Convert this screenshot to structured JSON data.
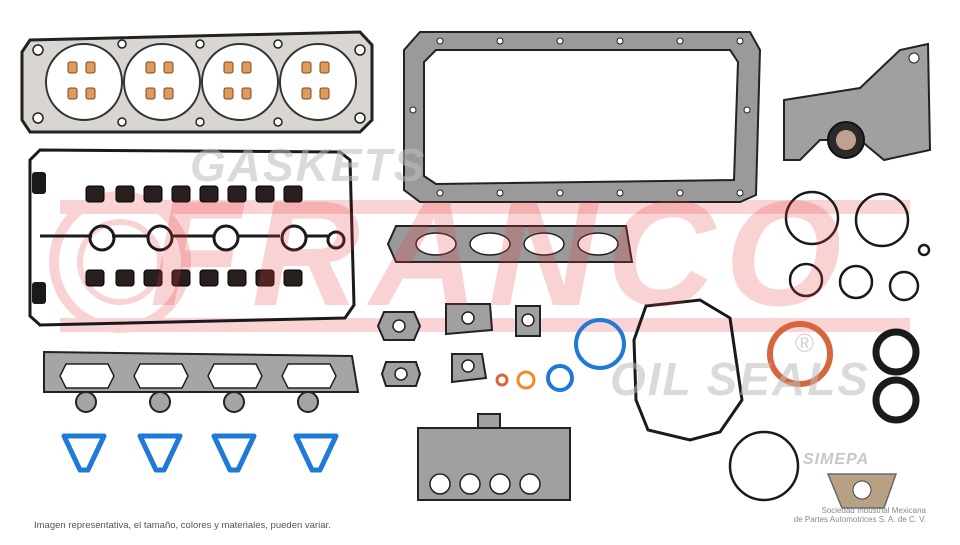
{
  "watermark": {
    "top_word": "GASKETS",
    "brand": "FRANCO",
    "bottom_word": "OIL SEALS",
    "registered": "®"
  },
  "disclaimer": "Imagen representativa, el tamaño, colores y materiales, pueden variar.",
  "distributor": {
    "logo": "SIMEPA",
    "line1": "Sociedad Industrial Mexicana",
    "line2": "de Partes Automotrices S. A. de C. V."
  },
  "colors": {
    "gasket_gray": "#9a9a9a",
    "gasket_outline": "#222222",
    "head_gasket_fill": "#d9d6d2",
    "blue_seal": "#1e7ad6",
    "orange_seal": "#f08a2a",
    "copper_seal": "#d8663c",
    "brand_red": "#e8383d",
    "black_rubber": "#1a1a1a"
  }
}
